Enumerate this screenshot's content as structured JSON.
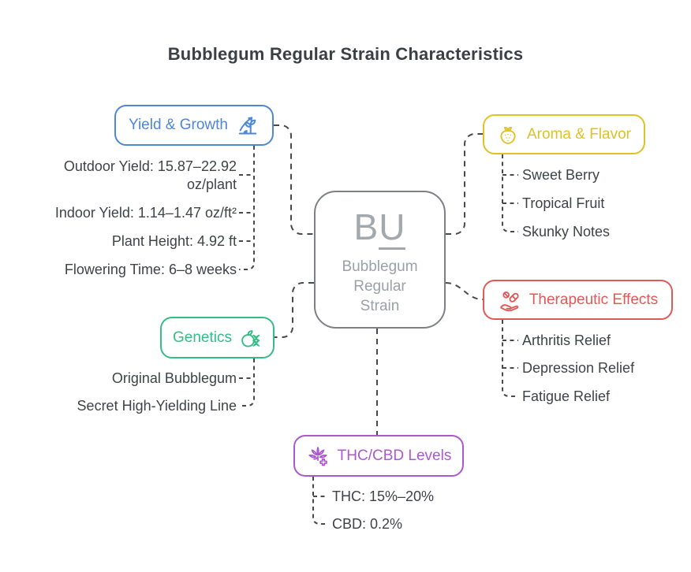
{
  "title": "Bubblegum Regular Strain Characteristics",
  "center_node": {
    "logo_first": "B",
    "logo_second": "U",
    "name_lines": [
      "Bubblegum",
      "Regular",
      "Strain"
    ]
  },
  "branches": {
    "yield": {
      "label": "Yield & Growth",
      "color": "#4e86d8",
      "icon": "plant-growth-icon",
      "items": [
        "Outdoor Yield: 15.87–22.92 oz/plant",
        "Indoor Yield: 1.14–1.47 oz/ft²",
        "Plant Height: 4.92 ft",
        "Flowering Time: 6–8 weeks"
      ]
    },
    "aroma": {
      "label": "Aroma & Flavor",
      "color": "#dfc226",
      "icon": "strawberry-icon",
      "items": [
        "Sweet Berry",
        "Tropical Fruit",
        "Skunky Notes"
      ]
    },
    "genetics": {
      "label": "Genetics",
      "color": "#35bd86",
      "icon": "apple-dna-icon",
      "items": [
        "Original Bubblegum",
        "Secret High-Yielding Line"
      ]
    },
    "therapeutic": {
      "label": "Therapeutic Effects",
      "color": "#e15858",
      "icon": "hand-pills-icon",
      "items": [
        "Arthritis Relief",
        "Depression Relief",
        "Fatigue Relief"
      ]
    },
    "thc": {
      "label": "THC/CBD Levels",
      "color": "#ab58cf",
      "icon": "cannabis-cross-icon",
      "items": [
        "THC: 15%–20%",
        "CBD: 0.2%"
      ]
    }
  },
  "connector_color": "#48494b"
}
